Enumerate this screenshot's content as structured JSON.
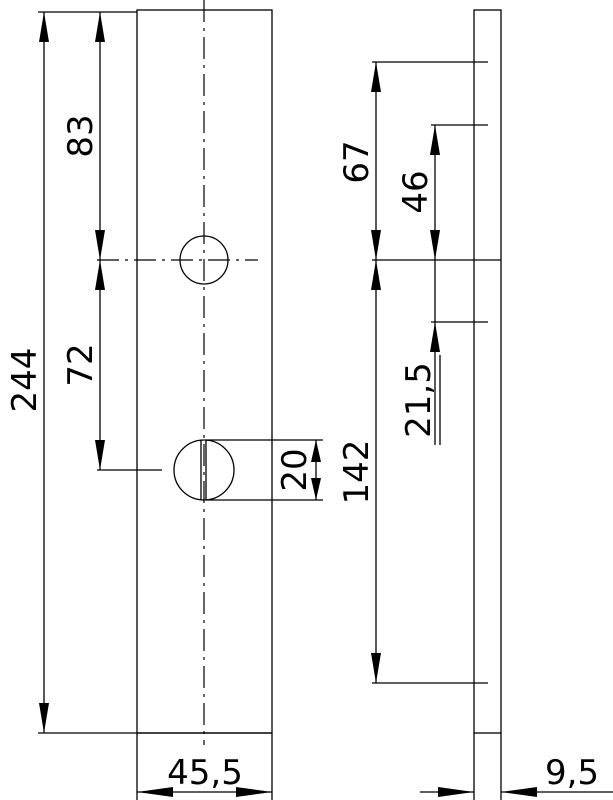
{
  "drawing": {
    "front_view": {
      "overall_height": "244",
      "top_to_spindle": "83",
      "spindle_to_cylinder": "72",
      "cylinder_height": "20",
      "width": "45,5"
    },
    "side_view": {
      "upper_fixing": "67",
      "upper_inner": "46",
      "lower_inner": "21,5",
      "lower_fixing": "142",
      "thickness": "9,5"
    }
  }
}
